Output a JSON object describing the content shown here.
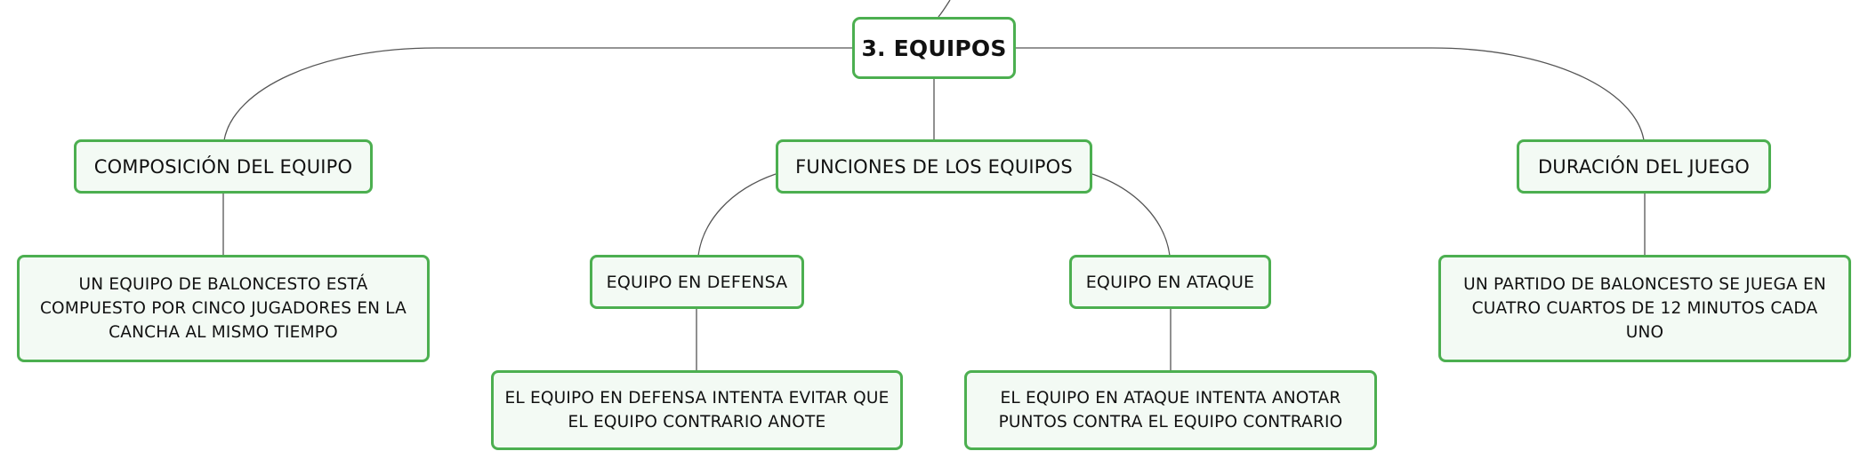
{
  "diagram": {
    "colors": {
      "border": "#4caf50",
      "fill": "#f3faf4",
      "root_fill": "#ffffff",
      "connector": "#555555",
      "text": "#111111"
    },
    "root": {
      "label": "3. EQUIPOS"
    },
    "composicion": {
      "label": "COMPOSICIÓN DEL EQUIPO",
      "detail": "UN EQUIPO DE BALONCESTO ESTÁ COMPUESTO POR CINCO JUGADORES EN LA CANCHA AL MISMO TIEMPO"
    },
    "funciones": {
      "label": "FUNCIONES DE LOS EQUIPOS",
      "defensa": {
        "label": "EQUIPO EN DEFENSA",
        "detail": "EL EQUIPO EN DEFENSA INTENTA EVITAR QUE EL EQUIPO CONTRARIO ANOTE"
      },
      "ataque": {
        "label": "EQUIPO EN ATAQUE",
        "detail": "EL EQUIPO EN ATAQUE INTENTA ANOTAR PUNTOS CONTRA EL EQUIPO CONTRARIO"
      }
    },
    "duracion": {
      "label": "DURACIÓN DEL JUEGO",
      "detail": "UN PARTIDO DE BALONCESTO SE JUEGA EN CUATRO CUARTOS DE 12 MINUTOS CADA UNO"
    }
  }
}
